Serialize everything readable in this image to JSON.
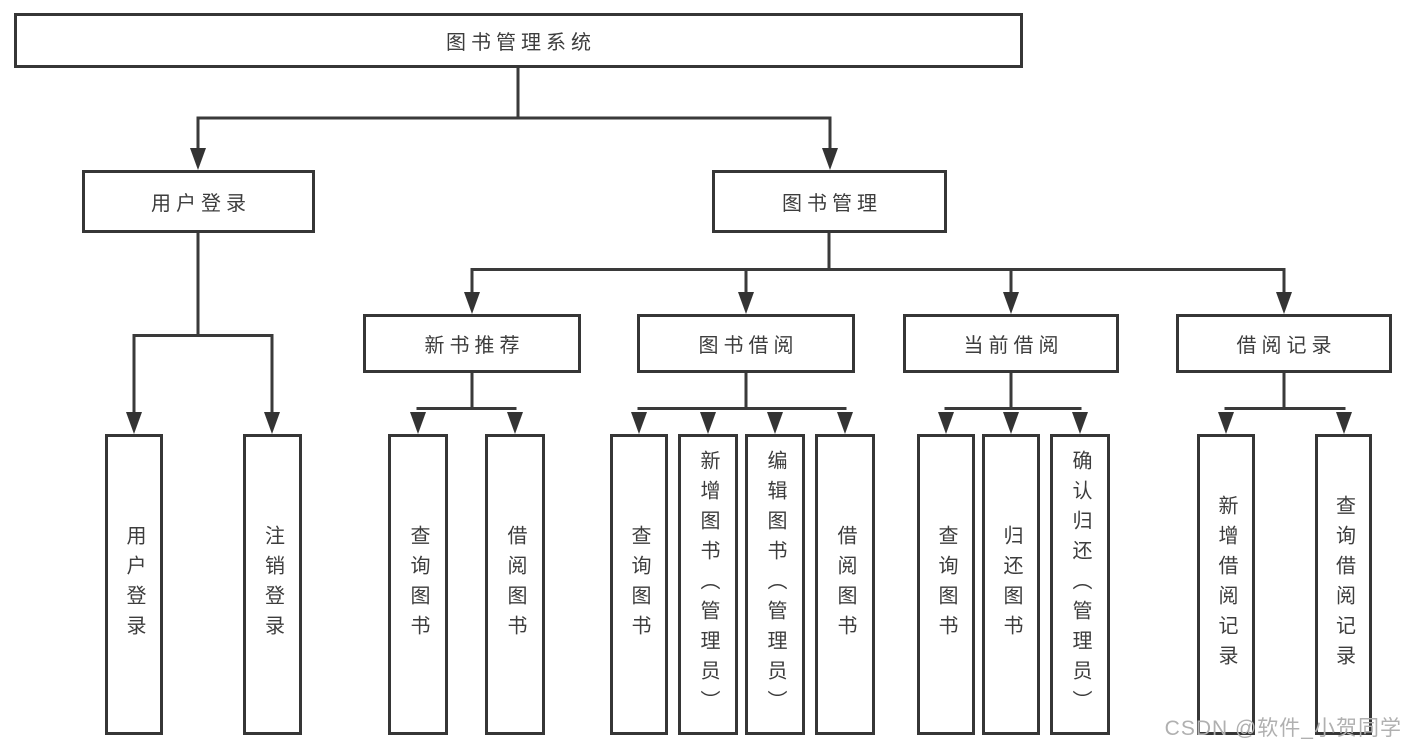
{
  "root": {
    "label": "图书管理系统"
  },
  "branches": [
    {
      "label": "用户登录",
      "children": [
        "用户登录",
        "注销登录"
      ]
    },
    {
      "label": "图书管理",
      "children": [
        {
          "label": "新书推荐",
          "children": [
            "查询图书",
            "借阅图书"
          ]
        },
        {
          "label": "图书借阅",
          "children": [
            "查询图书",
            "新增图书（管理员）",
            "编辑图书（管理员）",
            "借阅图书"
          ]
        },
        {
          "label": "当前借阅",
          "children": [
            "查询图书",
            "归还图书",
            "确认归还（管理员）"
          ]
        },
        {
          "label": "借阅记录",
          "children": [
            "新增借阅记录",
            "查询借阅记录"
          ]
        }
      ]
    }
  ],
  "watermark": {
    "text": "CSDN @软件_小贺同学"
  },
  "colors": {
    "line": "#3a3a3a",
    "box_border": "#363636",
    "text": "#3d3d3d",
    "watermark": "#b0b0b0",
    "background": "#ffffff"
  }
}
